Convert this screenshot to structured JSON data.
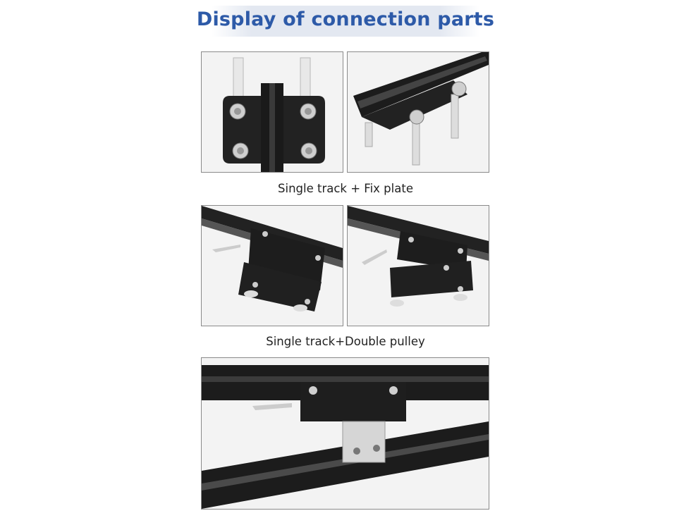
{
  "page": {
    "title": "Display of connection parts"
  },
  "sections": [
    {
      "caption": "Single track + Fix plate",
      "images": [
        "fix-plate-front-photo",
        "fix-plate-angle-photo"
      ]
    },
    {
      "caption": "Single track+Double pulley",
      "images": [
        "double-pulley-left-photo",
        "double-pulley-right-photo"
      ]
    },
    {
      "caption": "",
      "images": [
        "track-junction-photo"
      ]
    }
  ],
  "colors": {
    "title": "#2d5aa8",
    "metal_dark": "#1e1e1e",
    "background": "#ffffff"
  }
}
